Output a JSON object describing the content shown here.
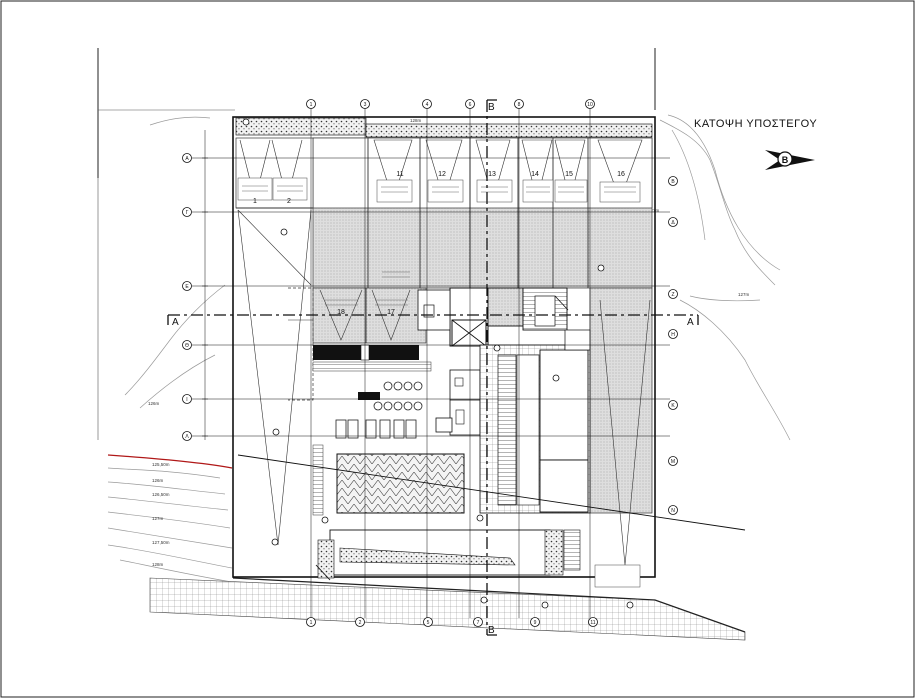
{
  "drawing": {
    "title": "ΚΑΤΟΨΗ ΥΠΟΣΤΕΓΟΥ",
    "compass_letter": "B",
    "section_labels": {
      "a_left": "A",
      "a_right": "A",
      "b_top": "B",
      "b_bottom": "B"
    },
    "grid_left": [
      "Α",
      "Γ",
      "Ε",
      "Θ",
      "Ι",
      "Λ"
    ],
    "grid_right": [
      "Β",
      "Δ",
      "Ζ",
      "Η",
      "Κ",
      "Μ",
      "Ν"
    ],
    "grid_top": [
      "1",
      "3",
      "4",
      "6",
      "8",
      "10"
    ],
    "grid_bottom": [
      "1",
      "2",
      "5",
      "7",
      "9",
      "11"
    ],
    "parking_spaces": [
      "1",
      "2",
      "11",
      "12",
      "13",
      "14",
      "15",
      "16",
      "17",
      "18"
    ],
    "contours": [
      "128m",
      "127m",
      "126m",
      "125,50m",
      "126,50m",
      "126m",
      "127m",
      "127,50m",
      "128m",
      "128m",
      "127m"
    ]
  },
  "colors": {
    "line": "#1a1a1a",
    "hatch": "#777777",
    "fill": "#e6e6e6",
    "contour": "#9a9a9a",
    "red": "#b01818"
  }
}
